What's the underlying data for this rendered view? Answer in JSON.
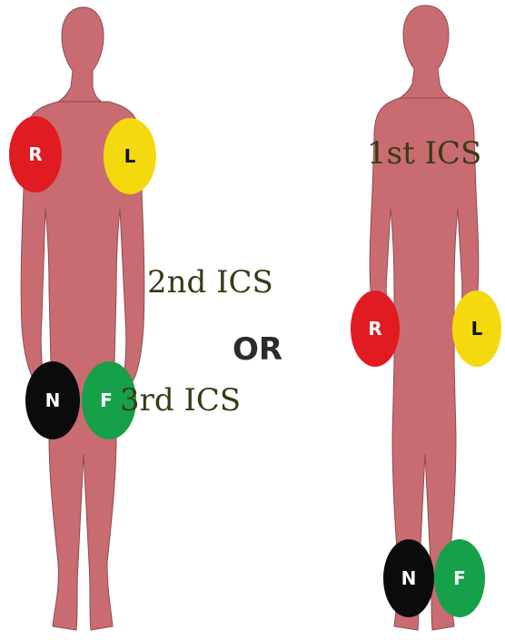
{
  "colors": {
    "body": "#c96c72",
    "body_outline": "#8e4a4e",
    "red": "#e11b22",
    "yellow": "#f5d90f",
    "black": "#0b0b0b",
    "green": "#16a04a",
    "label_text": "#3a3a16"
  },
  "electrode_labels": {
    "r": "R",
    "l": "L",
    "n": "N",
    "f": "F"
  },
  "annotations": {
    "second_ics": "2nd ICS",
    "or": "OR",
    "third_ics": "3rd ICS",
    "first_ics": "1st ICS"
  }
}
